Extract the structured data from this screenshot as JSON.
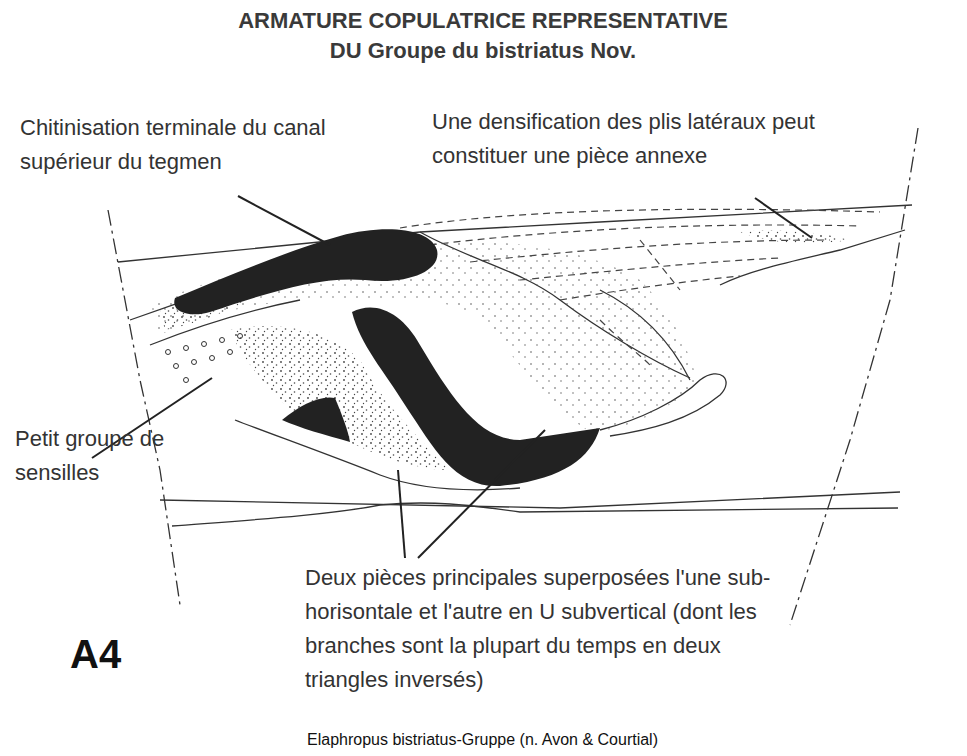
{
  "diagram": {
    "title": "ARMATURE COPULATRICE REPRESENTATIVE DU Groupe du bistriatus Nov.",
    "caption": "Elaphropus bistriatus-Gruppe (n. Avon & Courtial)",
    "labels": [
      "Chitinisation terminale du canal supérieur du tegmen",
      "Une densification des plis latéraux peut constituer une pièce annexe",
      "Petit groupe de sensilles",
      "Deux pièces principales superposées l'une sub-horisontale et l'autre en U subvertical (dont les branches sont la plupart du temps en deux triangles inversés)",
      "A4"
    ]
  }
}
